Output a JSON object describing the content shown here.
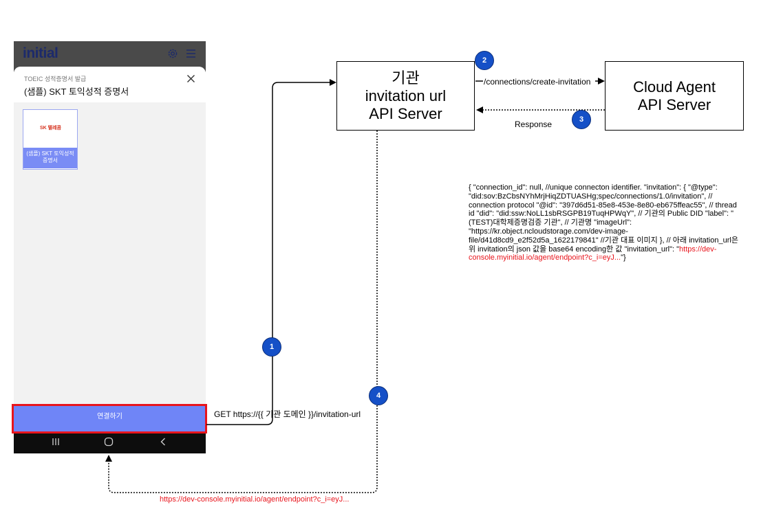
{
  "phone": {
    "logo": "initial",
    "settings_icon": "gear-icon",
    "menu_icon": "hamburger-menu-icon",
    "subtitle": "TOEIC 성적증명서 발급",
    "title": "(샘플) SKT 토익성적 증명서",
    "close_icon": "close-icon",
    "card": {
      "logo_text": "SK 텔레콤",
      "label_line1": "(샘플) SKT 토익성적",
      "label_line2": "증명서"
    },
    "connect_button": "연결하기",
    "nav": {
      "recent": "|||",
      "home": "○",
      "back": "‹"
    }
  },
  "diagram": {
    "institution_box": {
      "line1": "기관",
      "line2": "invitation url",
      "line3": "API Server"
    },
    "cloud_box": {
      "line1": "Cloud Agent",
      "line2": "API Server"
    },
    "create_invitation_label": "/connections/create-invitation",
    "response_label": "Response",
    "get_label": "GET https://{{ 기관 도메인 }}/invitation-url",
    "badges": [
      "1",
      "2",
      "3",
      "4"
    ],
    "json_text": "{ \"connection_id\": null, //unique connecton identifier. \"invitation\": { \"@type\": \"did:sov:BzCbsNYhMrjHiqZDTUASHg;spec/connections/1.0/invitation\", // connection protocol \"@id\": \"397d6d51-85e8-453e-8e80-eb675ffeac55\", // thread id \"did\": \"did:ssw:NoLL1sbRSGPB19TuqHPWqY\", // 기관의 Public DID \"label\": \"(TEST)대학제증명검증 기관\", // 기관명 \"imageUrl\": \"https://kr.object.ncloudstorage.com/dev-image-file/d41d8cd9_e2f52d5a_1622179841\" //기관 대표 이미지 }, // 아래 invitation_url은 위 invitation의 json 값을 base64 encoding한 값 \"invitation_url\": \"",
    "json_url": "https://dev-console.myinitial.io/agent/endpoint?c_i=eyJ...",
    "json_end": "\"}",
    "bottom_url": "https://dev-console.myinitial.io/agent/endpoint?c_i=eyJ..."
  },
  "colors": {
    "badge": "#1550c7",
    "highlight": "#e8141c",
    "button": "#6f85f7",
    "url": "#e8141c"
  }
}
